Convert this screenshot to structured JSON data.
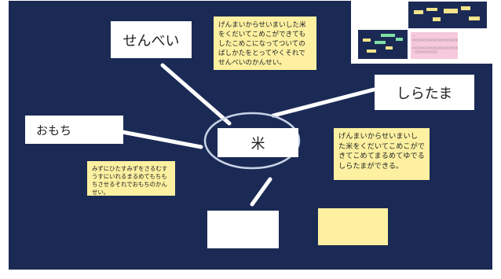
{
  "cards": {
    "center": "米",
    "senbei": "せんべい",
    "shiratama": "しらたま",
    "omochi": "おもち",
    "blank": ""
  },
  "notes": {
    "senbei_note": "げんまいからせいまいした米をくだいてこめこができてもしたこめこになってついてのばしかたをとってやくそれでせんべいのかんせい。",
    "shiratama_note": "げんまいからせいまいした米をくだいてこめこができてこめてまるめてゆでるしらたまができる。",
    "omochi_note": "みずにひたすみずをさるむすうすにいれるまるめてもちもちさせるそれでおもちのかんせい。",
    "blank_note": ""
  },
  "thumbnail": {
    "pink_note": "・○○○○○○○○○○○○○○○○○○○○\n・○○○○○○○○○○○○○○○○○○\n・○○○○○○○○"
  },
  "colors": {
    "board": "#1b2a55",
    "sticky": "#fdf1a1",
    "line": "#ffffff",
    "ellipse_stroke": "#c9d3e6"
  }
}
